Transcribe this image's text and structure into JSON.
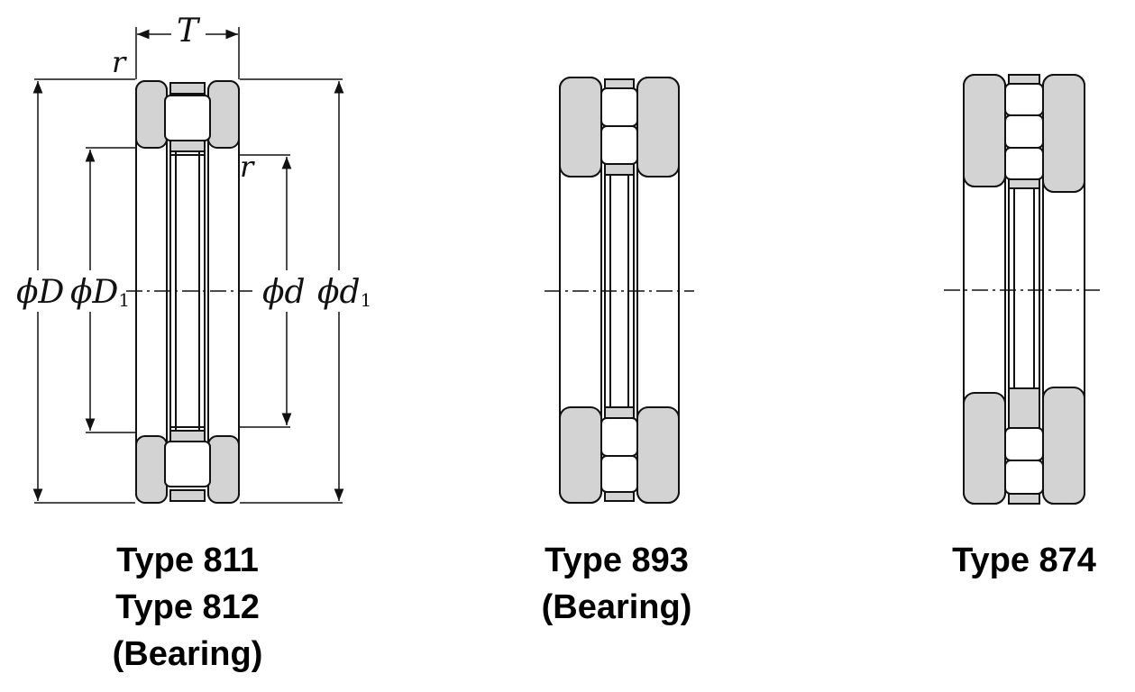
{
  "diagrams": [
    {
      "id": "811-812",
      "dimensions": {
        "width": "T",
        "corner_outer": "r",
        "corner_inner": "r",
        "outer_dia": "D",
        "inner_housing_dia": "D",
        "inner_housing_sub": "1",
        "shaft_dia": "d",
        "outer_shaft_dia": "d",
        "outer_shaft_sub": "1",
        "phi": "ϕ"
      },
      "caption": [
        "Type 811",
        "Type 812",
        "(Bearing)"
      ]
    },
    {
      "id": "893",
      "caption": [
        "Type 893",
        "(Bearing)"
      ]
    },
    {
      "id": "874",
      "caption": [
        "Type 874"
      ]
    }
  ],
  "colors": {
    "washer_fill": "#d3d3d3",
    "line": "#111111",
    "roller_fill": "#ffffff"
  }
}
